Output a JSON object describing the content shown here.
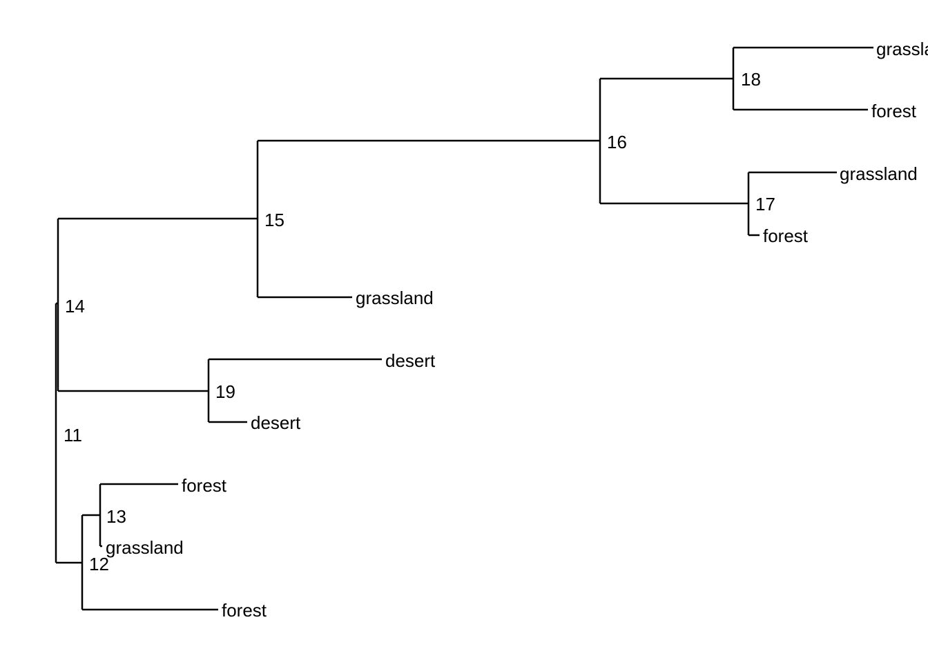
{
  "tree": {
    "line_color": "#000000",
    "background_color": "#ffffff",
    "nodes": {
      "n11": {
        "label": "11"
      },
      "n12": {
        "label": "12"
      },
      "n13": {
        "label": "13"
      },
      "n14": {
        "label": "14"
      },
      "n15": {
        "label": "15"
      },
      "n16": {
        "label": "16"
      },
      "n17": {
        "label": "17"
      },
      "n18": {
        "label": "18"
      },
      "n19": {
        "label": "19"
      }
    },
    "tips": {
      "t1": {
        "label": "grassland"
      },
      "t2": {
        "label": "forest"
      },
      "t3": {
        "label": "grassland"
      },
      "t4": {
        "label": "forest"
      },
      "t5": {
        "label": "grassland"
      },
      "t6": {
        "label": "desert"
      },
      "t7": {
        "label": "desert"
      },
      "t8": {
        "label": "forest"
      },
      "t9": {
        "label": "grassland"
      },
      "t10": {
        "label": "forest"
      }
    }
  }
}
